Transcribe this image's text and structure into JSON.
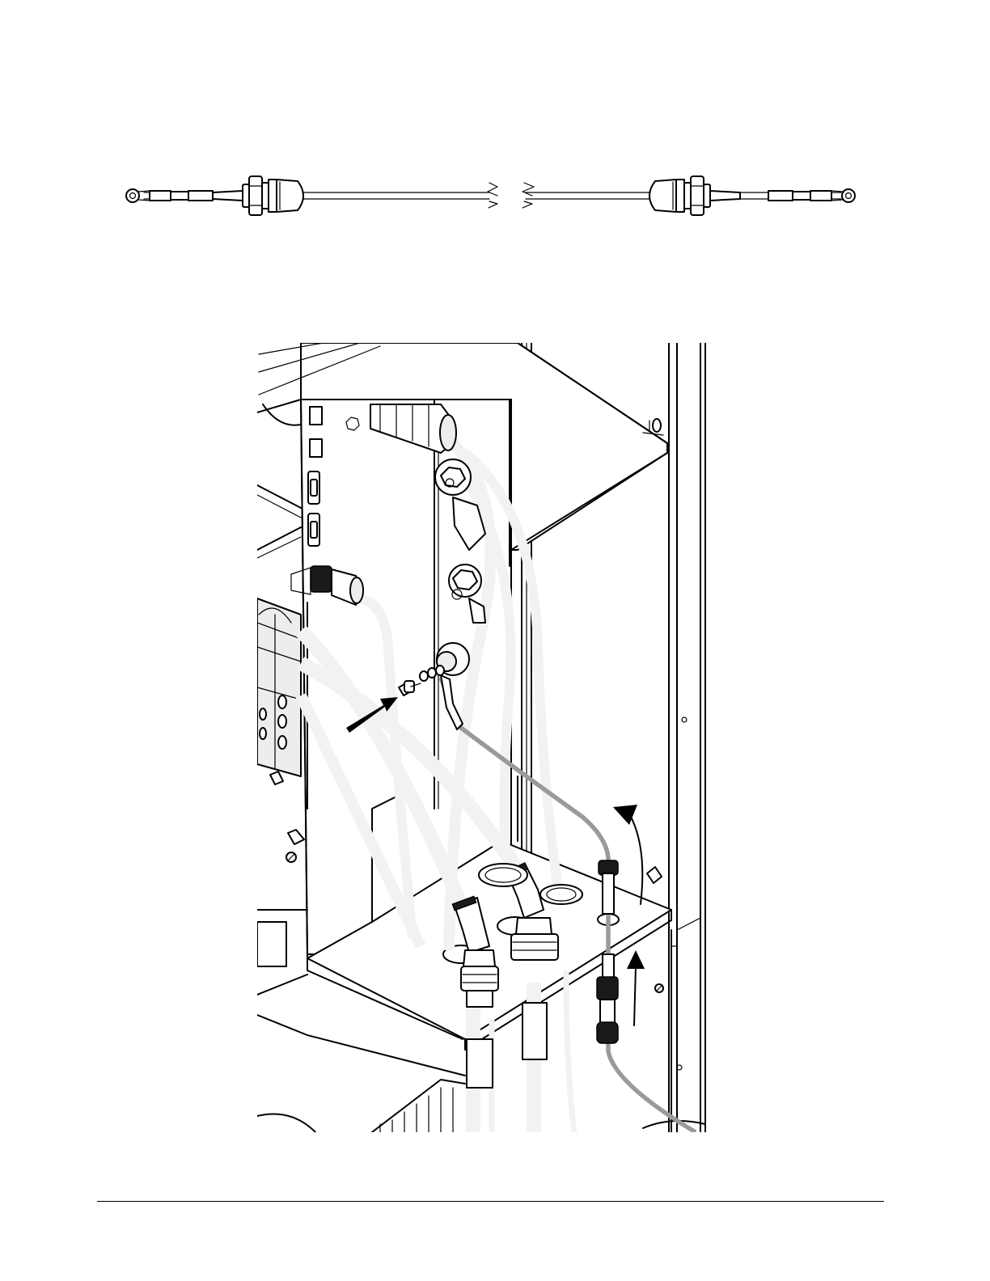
{
  "figures": [
    {
      "kind": "ground-cable-detail",
      "icon": "ring-terminal-cable-with-cable-glands"
    },
    {
      "kind": "installation-view",
      "icon": "cabinet-bottom-plate-with-hoses-and-ground-cable"
    }
  ],
  "colors": {
    "line": "#000000",
    "fill": "#ffffff",
    "cable": "#f2f2f2",
    "ground_cable": "#9a9a9a"
  }
}
